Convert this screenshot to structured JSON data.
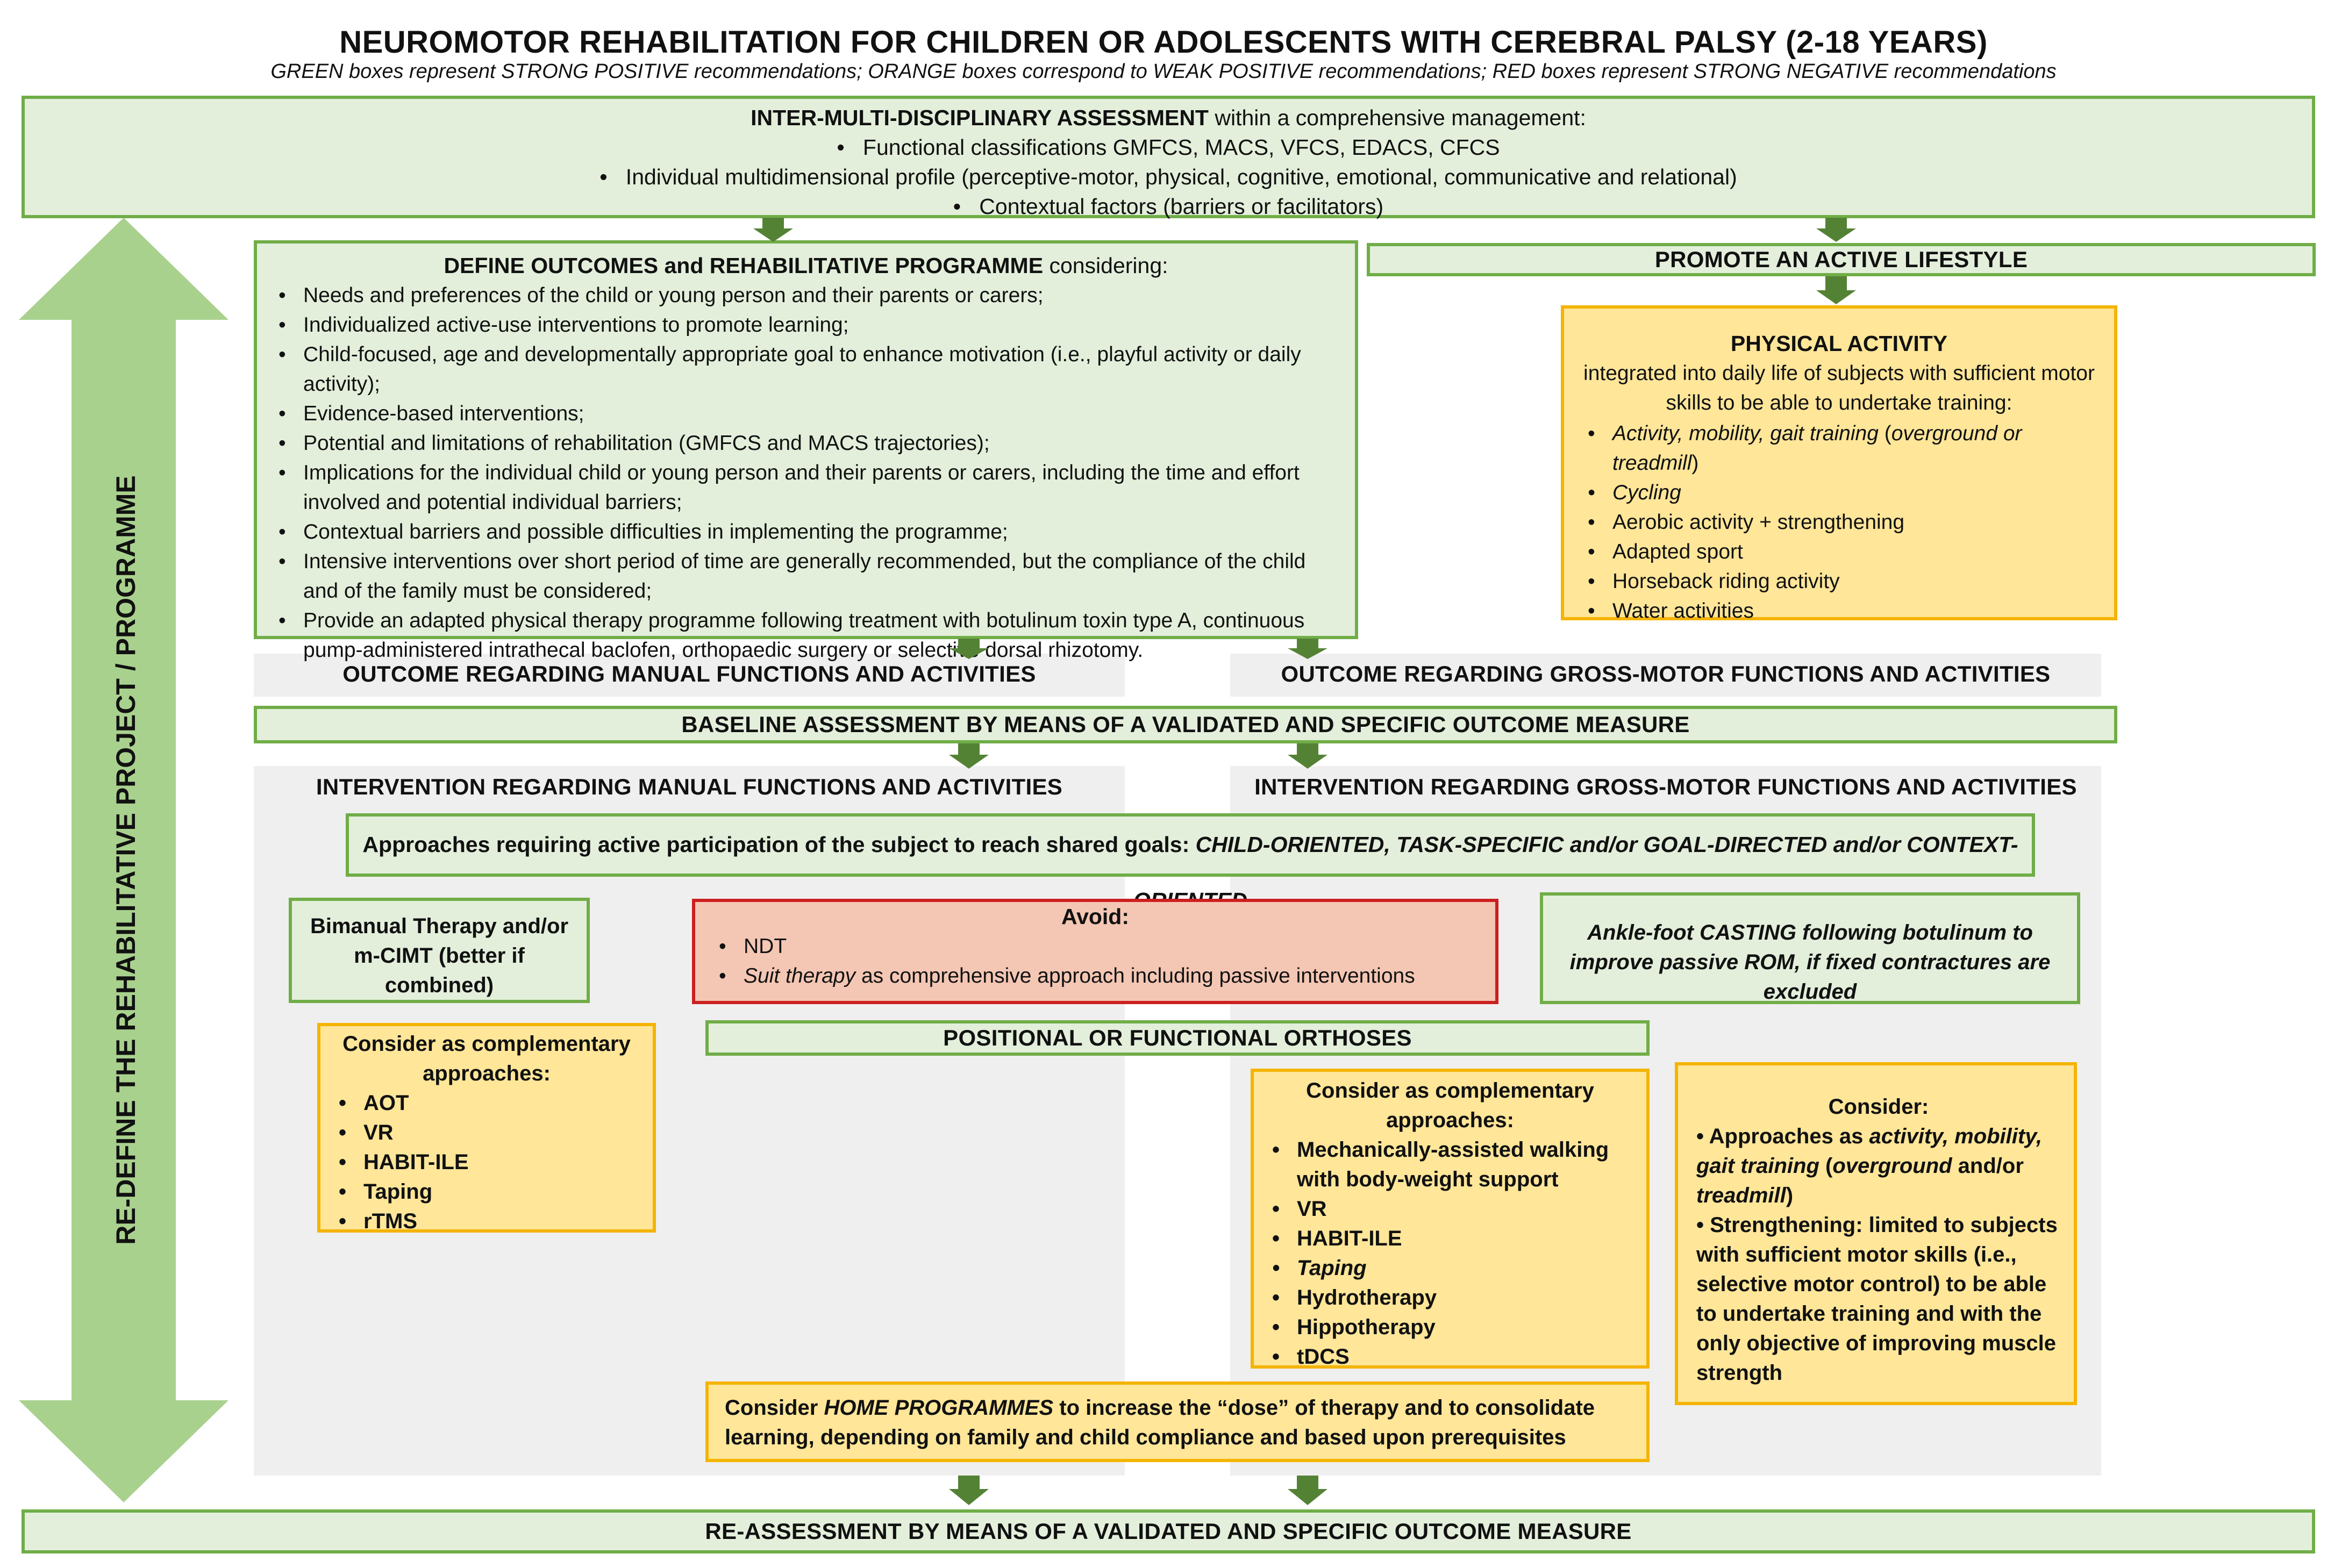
{
  "title": "NEUROMOTOR REHABILITATION FOR CHILDREN OR ADOLESCENTS WITH CEREBRAL PALSY (2-18 YEARS)",
  "subtitle": "GREEN boxes represent STRONG POSITIVE recommendations; ORANGE boxes correspond to WEAK POSITIVE recommendations; RED boxes represent STRONG NEGATIVE recommendations",
  "colors": {
    "green_fill": "#e3efdb",
    "green_border": "#70ad47",
    "orange_fill": "#ffe699",
    "orange_border": "#f4b400",
    "red_fill": "#f4c7b4",
    "red_border": "#cc1f1f",
    "arrow": "#548235",
    "side_arrow": "#a9d18e"
  },
  "assessment": {
    "heading": "INTER-MULTI-DISCIPLINARY ASSESSMENT",
    "heading_suffix": " within a comprehensive management:",
    "items": [
      "Functional classifications GMFCS, MACS, VFCS, EDACS, CFCS",
      "Individual multidimensional profile (perceptive-motor, physical, cognitive, emotional, communicative and relational)",
      "Contextual factors (barriers or facilitators)"
    ]
  },
  "side_arrow_label": "RE-DEFINE THE REHABILITATIVE PROJECT / PROGRAMME",
  "define": {
    "heading": "DEFINE OUTCOMES and REHABILITATIVE PROGRAMME",
    "heading_suffix": " considering:",
    "items": [
      "Needs and preferences of the child or young person and their parents or carers;",
      "Individualized active-use interventions to promote learning;",
      "Child-focused, age and developmentally appropriate goal to enhance motivation (i.e., playful activity or daily activity);",
      "Evidence-based interventions;",
      "Potential and limitations of rehabilitation (GMFCS and MACS trajectories);",
      "Implications for the individual child or young person and their parents or carers, including the time and effort involved and potential individual barriers;",
      "Contextual barriers and possible difficulties in implementing the programme;",
      "Intensive interventions over short period of time are generally recommended, but the compliance of the child and of the family must be considered;",
      "Provide an adapted physical therapy programme following treatment with botulinum toxin type A, continuous pump-administered intrathecal baclofen, orthopaedic surgery or selective dorsal rhizotomy."
    ]
  },
  "lifestyle": {
    "label": "PROMOTE AN ACTIVE LIFESTYLE"
  },
  "physical": {
    "heading": "PHYSICAL ACTIVITY",
    "intro": "integrated into daily life of subjects with sufficient motor skills to be able to undertake training:",
    "item1_a": "Activity, mobility, gait training",
    "item1_b": " (",
    "item1_c": "overground or treadmill",
    "item1_d": ")",
    "item2": "Cycling",
    "items_rest": [
      "Aerobic activity + strengthening",
      "Adapted sport",
      "Horseback riding activity",
      "Water activities"
    ]
  },
  "outcome_manual": "OUTCOME REGARDING MANUAL FUNCTIONS AND ACTIVITIES",
  "outcome_gross": "OUTCOME REGARDING GROSS-MOTOR FUNCTIONS AND ACTIVITIES",
  "baseline": "BASELINE ASSESSMENT BY MEANS OF A VALIDATED AND SPECIFIC OUTCOME MEASURE",
  "intervention_manual": "INTERVENTION REGARDING MANUAL FUNCTIONS AND ACTIVITIES",
  "intervention_gross": "INTERVENTION REGARDING GROSS-MOTOR FUNCTIONS AND ACTIVITIES",
  "approaches": {
    "text": "Approaches requiring active participation of the subject to reach shared goals: ",
    "emph": "CHILD-ORIENTED, TASK-SPECIFIC and/or GOAL-DIRECTED and/or CONTEXT-ORIENTED"
  },
  "bimanual": "Bimanual Therapy and/or m-CIMT (better if combined)",
  "avoid": {
    "heading": "Avoid:",
    "item1": "NDT",
    "item2_a": "Suit therapy",
    "item2_b": " as comprehensive approach including passive interventions"
  },
  "casting": "Ankle-foot CASTING following botulinum to improve passive ROM, if fixed contractures are excluded",
  "complementary_manual": {
    "heading": "Consider as complementary approaches:",
    "items": [
      "AOT",
      "VR",
      "HABIT-ILE",
      "Taping",
      "rTMS"
    ]
  },
  "orthoses": "POSITIONAL OR FUNCTIONAL ORTHOSES",
  "complementary_gross": {
    "heading": "Consider as complementary approaches:",
    "item1": "Mechanically-assisted walking with body-weight support",
    "item2": "VR",
    "item3": "HABIT-ILE",
    "item4": "Taping",
    "item5": "Hydrotherapy",
    "item6": "Hippotherapy",
    "item7": "tDCS"
  },
  "consider": {
    "heading": "Consider:",
    "p1_a": "Approaches as ",
    "p1_b": "activity, mobility, gait training",
    "p1_c": " (",
    "p1_d": "overground",
    "p1_e": " and/or ",
    "p1_f": "treadmill",
    "p1_g": ")",
    "p2": "Strengthening: limited to subjects with sufficient motor skills (i.e., selective motor control) to be able to undertake training and with the only objective of improving muscle strength"
  },
  "home": {
    "a": "Consider ",
    "b": "HOME PROGRAMMES",
    "c": " to increase the “dose” of therapy and to consolidate learning, depending on family and child compliance and based upon prerequisites"
  },
  "reassessment": "RE-ASSESSMENT BY MEANS OF A VALIDATED AND SPECIFIC OUTCOME MEASURE"
}
